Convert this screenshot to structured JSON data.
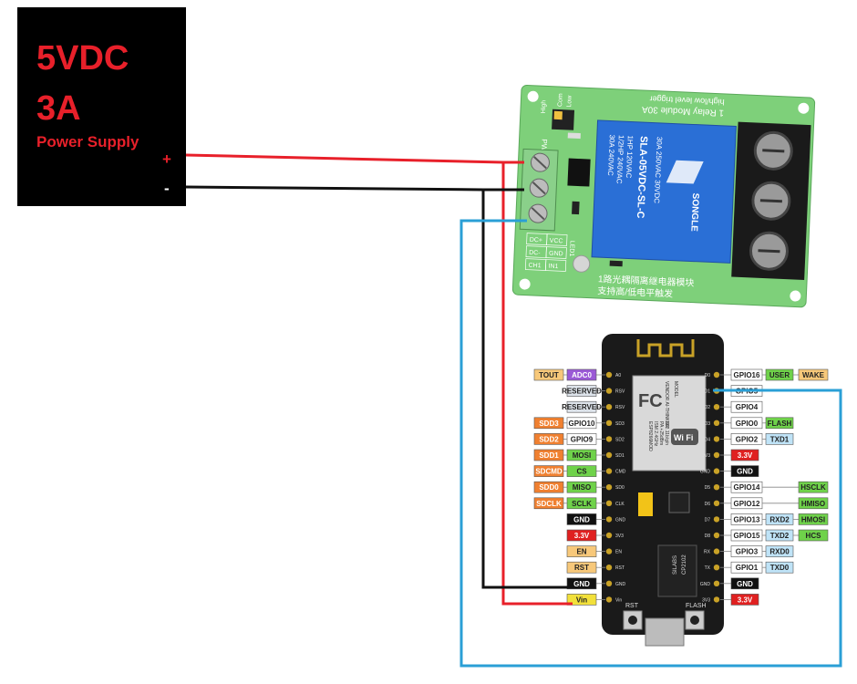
{
  "power_supply": {
    "voltage": "5VDC",
    "current": "3A",
    "name": "Power Supply",
    "plus": "+",
    "minus": "-"
  },
  "relay_module": {
    "title_line1": "1 Relay Module 30A",
    "title_line2": "high/low level trigger",
    "chinese_line1": "1路光耦隔离继电器模块",
    "chinese_line2": "支持高/低电平触发",
    "relay_brand": "SONGLE",
    "relay_model": "SLA-05VDC-SL-C",
    "relay_specs": [
      "30A 250VAC 30VDC",
      "1HP 120VAC",
      "1/2HP 240VAC",
      "30A 240VAC"
    ],
    "pins": {
      "dc_plus": "DC+",
      "dc_minus": "DC-",
      "chi": "CH1",
      "vcc": "VCC",
      "gnd": "GND",
      "in1": "IN1",
      "pwr": "PWR",
      "led1": "LED1",
      "jumper_high": "High",
      "jumper_com": "Com",
      "jumper_low": "Low"
    }
  },
  "nodemcu": {
    "chip_lines": [
      "ESP8266MOD",
      "ISM 2.4GHz",
      "PA +25dBm",
      "802.11b/g/n"
    ],
    "vendor": "VENDOR AI-THINKER",
    "model": "MODEL",
    "wifi": "Wi Fi",
    "fc": "FC",
    "usb_chip": [
      "SILABS",
      "CP2102"
    ],
    "rst_button": "RST",
    "flash_button": "FLASH",
    "left_pins": [
      {
        "outer": "TOUT",
        "outer_color": "#f7c87a",
        "inner": "ADC0",
        "inner_color": "#9b59d6",
        "inner_text": "#ffffff"
      },
      {
        "outer": "",
        "outer_color": "",
        "inner": "RESERVED",
        "inner_color": "#dde3ea",
        "inner_text": "#222222"
      },
      {
        "outer": "",
        "outer_color": "",
        "inner": "RESERVED",
        "inner_color": "#dde3ea",
        "inner_text": "#222222"
      },
      {
        "outer": "SDD3",
        "outer_color": "#f08030",
        "inner": "GPIO10",
        "inner_color": "#ffffff",
        "inner_text": "#222222"
      },
      {
        "outer": "SDD2",
        "outer_color": "#f08030",
        "inner": "GPIO9",
        "inner_color": "#ffffff",
        "inner_text": "#222222"
      },
      {
        "outer": "SDD1",
        "outer_color": "#f08030",
        "inner": "MOSI",
        "inner_color": "#6fd24a",
        "inner_text": "#222222"
      },
      {
        "outer": "SDCMD",
        "outer_color": "#f08030",
        "inner": "CS",
        "inner_color": "#6fd24a",
        "inner_text": "#222222"
      },
      {
        "outer": "SDD0",
        "outer_color": "#f08030",
        "inner": "MISO",
        "inner_color": "#6fd24a",
        "inner_text": "#222222"
      },
      {
        "outer": "SDCLK",
        "outer_color": "#f08030",
        "inner": "SCLK",
        "inner_color": "#6fd24a",
        "inner_text": "#222222"
      },
      {
        "outer": "",
        "outer_color": "",
        "inner": "GND",
        "inner_color": "#111111",
        "inner_text": "#ffffff"
      },
      {
        "outer": "",
        "outer_color": "",
        "inner": "3.3V",
        "inner_color": "#e02020",
        "inner_text": "#ffffff"
      },
      {
        "outer": "",
        "outer_color": "",
        "inner": "EN",
        "inner_color": "#f7c87a",
        "inner_text": "#222222"
      },
      {
        "outer": "",
        "outer_color": "",
        "inner": "RST",
        "inner_color": "#f7c87a",
        "inner_text": "#222222"
      },
      {
        "outer": "",
        "outer_color": "",
        "inner": "GND",
        "inner_color": "#111111",
        "inner_text": "#ffffff"
      },
      {
        "outer": "",
        "outer_color": "",
        "inner": "Vin",
        "inner_color": "#f2e03a",
        "inner_text": "#222222"
      }
    ],
    "right_pins": [
      {
        "gpio": "GPIO16",
        "alt1": "USER",
        "alt1_color": "#6fd24a",
        "alt2": "WAKE",
        "alt2_color": "#f7c87a"
      },
      {
        "gpio": "GPIO5",
        "alt1": "",
        "alt1_color": "",
        "alt2": "",
        "alt2_color": ""
      },
      {
        "gpio": "GPIO4",
        "alt1": "",
        "alt1_color": "",
        "alt2": "",
        "alt2_color": ""
      },
      {
        "gpio": "GPIO0",
        "alt1": "FLASH",
        "alt1_color": "#6fd24a",
        "alt2": "",
        "alt2_color": ""
      },
      {
        "gpio": "GPIO2",
        "alt1": "TXD1",
        "alt1_color": "#bfe3f7",
        "alt2": "",
        "alt2_color": ""
      },
      {
        "gpio": "3.3V",
        "alt1": "",
        "alt1_color": "",
        "alt2": "",
        "alt2_color": "",
        "gpio_color": "#e02020",
        "gpio_text": "#ffffff"
      },
      {
        "gpio": "GND",
        "alt1": "",
        "alt1_color": "",
        "alt2": "",
        "alt2_color": "",
        "gpio_color": "#111111",
        "gpio_text": "#ffffff"
      },
      {
        "gpio": "GPIO14",
        "alt1": "",
        "alt1_color": "",
        "alt2": "HSCLK",
        "alt2_color": "#6fd24a"
      },
      {
        "gpio": "GPIO12",
        "alt1": "",
        "alt1_color": "",
        "alt2": "HMISO",
        "alt2_color": "#6fd24a"
      },
      {
        "gpio": "GPIO13",
        "alt1": "RXD2",
        "alt1_color": "#bfe3f7",
        "alt2": "HMOSI",
        "alt2_color": "#6fd24a"
      },
      {
        "gpio": "GPIO15",
        "alt1": "TXD2",
        "alt1_color": "#bfe3f7",
        "alt2": "HCS",
        "alt2_color": "#6fd24a"
      },
      {
        "gpio": "GPIO3",
        "alt1": "RXD0",
        "alt1_color": "#bfe3f7",
        "alt2": "",
        "alt2_color": ""
      },
      {
        "gpio": "GPIO1",
        "alt1": "TXD0",
        "alt1_color": "#bfe3f7",
        "alt2": "",
        "alt2_color": ""
      },
      {
        "gpio": "GND",
        "alt1": "",
        "alt1_color": "",
        "alt2": "",
        "alt2_color": "",
        "gpio_color": "#111111",
        "gpio_text": "#ffffff"
      },
      {
        "gpio": "3.3V",
        "alt1": "",
        "alt1_color": "",
        "alt2": "",
        "alt2_color": "",
        "gpio_color": "#e02020",
        "gpio_text": "#ffffff"
      }
    ],
    "left_silk": [
      "A0",
      "RSV",
      "RSV",
      "SD3",
      "SD2",
      "SD1",
      "CMD",
      "SD0",
      "CLK",
      "GND",
      "3V3",
      "EN",
      "RST",
      "GND",
      "Vin"
    ],
    "right_silk": [
      "D0",
      "D1",
      "D2",
      "D3",
      "D4",
      "3V3",
      "GND",
      "D5",
      "D6",
      "D7",
      "D8",
      "RX",
      "TX",
      "GND",
      "3V3"
    ]
  },
  "colors": {
    "wire_red": "#e8202a",
    "wire_black": "#111111",
    "wire_blue": "#2a9fd6",
    "relay_pcb": "#7ed07a",
    "relay_blue": "#2a6fd6",
    "nodemcu_pcb": "#1a1a1a"
  }
}
